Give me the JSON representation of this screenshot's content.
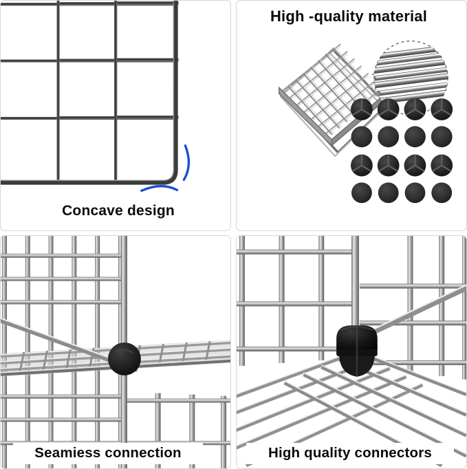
{
  "infographic": {
    "layout": "2x2 product feature grid",
    "background_color": "#ffffff",
    "panel_border_color": "#d6d6d6",
    "caption_color": "#0a0a0a",
    "accent_blue": "#1a4fd0",
    "metal_gray": "#9a9a9a",
    "connector_black": "#231f20"
  },
  "panels": [
    {
      "id": "concave-design",
      "position": "top-left",
      "caption": "Concave design",
      "subject": "close-up of wire mesh panel corner with rounded concave edge",
      "annotation_arcs": 2,
      "arc_color": "#1a4fd0",
      "wire_color": "#3a3a3a",
      "grid_cells": "3 x 3"
    },
    {
      "id": "high-quality-material",
      "position": "top-right",
      "caption": "High -quality material",
      "subject": "angled wire grid tray with zoom circle of steel rods and a 4x4 tray of black plastic connectors",
      "detail_circle": {
        "border_style": "dashed",
        "content": "bundle of steel wire rods",
        "rod_count": 7
      },
      "leader_line": "dashed",
      "connectors": {
        "rows": 4,
        "columns": 4,
        "total": 16,
        "front_rows": [
          1,
          3
        ],
        "back_rows": [
          2,
          4
        ],
        "color": "#231f20"
      },
      "tray_grid_cells": "7 x 7"
    },
    {
      "id": "seamless-connection",
      "position": "bottom-left",
      "caption": "Seamiess connection",
      "subject": "interior corner of assembled wire cube showing shelf meeting wall panel with black round connector",
      "connector_shape": "round disc",
      "connector_color": "#231f20"
    },
    {
      "id": "high-quality-connectors",
      "position": "bottom-right",
      "caption": "High quality connectors",
      "subject": "corner joint of wire cubes with black plastic multi-way connector holding panels together",
      "connector_shape": "multi-way corner clip",
      "connector_color": "#231f20"
    }
  ]
}
